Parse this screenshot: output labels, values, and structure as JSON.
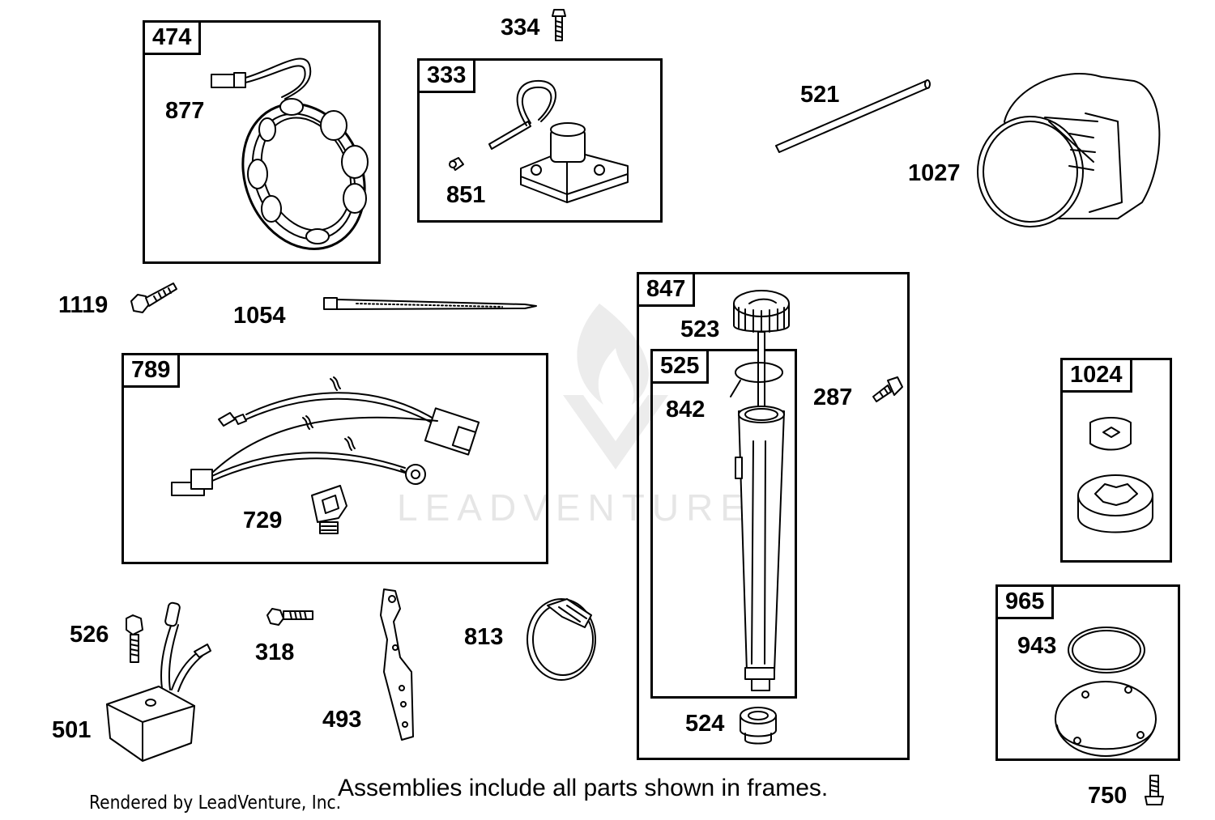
{
  "watermark": {
    "text": "LEADVENTURE"
  },
  "frames": [
    {
      "id": "474"
    },
    {
      "id": "333"
    },
    {
      "id": "847"
    },
    {
      "id": "525"
    },
    {
      "id": "789"
    },
    {
      "id": "1024"
    },
    {
      "id": "965"
    }
  ],
  "callouts": {
    "c334": "334",
    "c877": "877",
    "c851": "851",
    "c521": "521",
    "c1027": "1027",
    "c1119": "1119",
    "c1054": "1054",
    "c523": "523",
    "c842": "842",
    "c287": "287",
    "c729": "729",
    "c526": "526",
    "c318": "318",
    "c813": "813",
    "c501": "501",
    "c493": "493",
    "c524": "524",
    "c943": "943",
    "c750": "750"
  },
  "footer": {
    "note": "Assemblies include all parts shown in frames.",
    "credit": "Rendered by LeadVenture, Inc."
  },
  "colors": {
    "line": "#000000",
    "background": "#ffffff",
    "watermark": "#e6e6e6"
  }
}
